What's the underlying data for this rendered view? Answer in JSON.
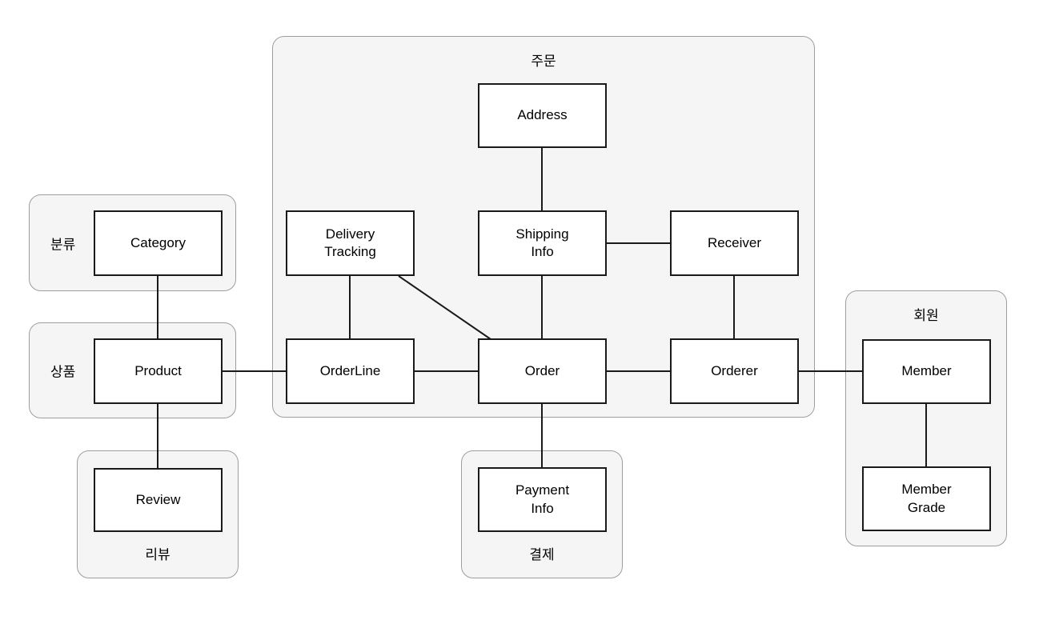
{
  "diagram": {
    "contexts": {
      "order": {
        "label": "주문"
      },
      "category": {
        "label": "분류"
      },
      "product": {
        "label": "상품"
      },
      "review": {
        "label": "리뷰"
      },
      "payment": {
        "label": "결제"
      },
      "member": {
        "label": "회원"
      }
    },
    "entities": {
      "address": {
        "label": "Address"
      },
      "delivery_tracking": {
        "label": "Delivery\nTracking"
      },
      "shipping_info": {
        "label": "Shipping\nInfo"
      },
      "receiver": {
        "label": "Receiver"
      },
      "order_line": {
        "label": "OrderLine"
      },
      "order": {
        "label": "Order"
      },
      "orderer": {
        "label": "Orderer"
      },
      "category": {
        "label": "Category"
      },
      "product": {
        "label": "Product"
      },
      "review": {
        "label": "Review"
      },
      "payment_info": {
        "label": "Payment\nInfo"
      },
      "member": {
        "label": "Member"
      },
      "member_grade": {
        "label": "Member\nGrade"
      }
    },
    "edges": [
      {
        "from": "Category",
        "to": "Product"
      },
      {
        "from": "Product",
        "to": "Review"
      },
      {
        "from": "Product",
        "to": "OrderLine"
      },
      {
        "from": "OrderLine",
        "to": "Order"
      },
      {
        "from": "Order",
        "to": "Orderer"
      },
      {
        "from": "Orderer",
        "to": "Member"
      },
      {
        "from": "Member",
        "to": "MemberGrade"
      },
      {
        "from": "Address",
        "to": "ShippingInfo"
      },
      {
        "from": "ShippingInfo",
        "to": "Receiver"
      },
      {
        "from": "ShippingInfo",
        "to": "Order"
      },
      {
        "from": "Receiver",
        "to": "Orderer"
      },
      {
        "from": "DeliveryTracking",
        "to": "OrderLine"
      },
      {
        "from": "DeliveryTracking",
        "to": "Order"
      },
      {
        "from": "Order",
        "to": "PaymentInfo"
      }
    ],
    "colors": {
      "background": "#ffffff",
      "context_fill": "#f5f5f6",
      "context_border": "#9e9e9e",
      "entity_fill": "#ffffff",
      "entity_border": "#1a1a1a",
      "edge": "#1a1a1a",
      "text": "#000000"
    }
  }
}
